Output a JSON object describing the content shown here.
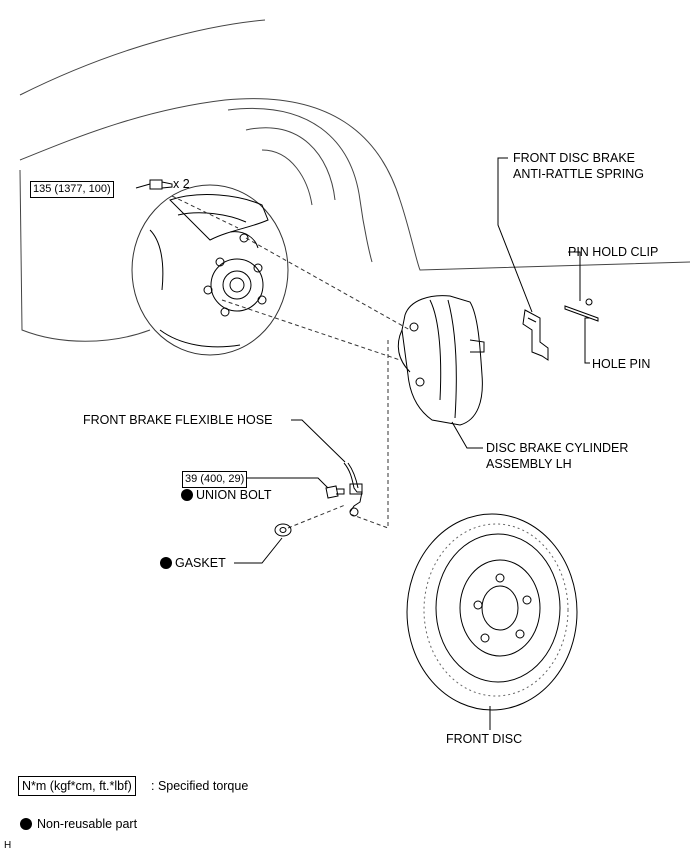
{
  "labels": {
    "anti_rattle_line1": "FRONT DISC BRAKE",
    "anti_rattle_line2": "ANTI-RATTLE SPRING",
    "pin_hold_clip": "PIN HOLD CLIP",
    "hole_pin": "HOLE PIN",
    "flexible_hose": "FRONT BRAKE FLEXIBLE HOSE",
    "cylinder_line1": "DISC BRAKE CYLINDER",
    "cylinder_line2": "ASSEMBLY LH",
    "union_bolt": "UNION BOLT",
    "gasket": "GASKET",
    "front_disc": "FRONT DISC",
    "quantity": "x 2"
  },
  "torques": {
    "caliper_bolt": "135 (1377, 100)",
    "union_bolt": "39 (400, 29)"
  },
  "legend": {
    "torque_unit": "N*m (kgf*cm, ft.*lbf)",
    "torque_desc": ": Specified torque",
    "nonreusable_desc": "Non-reusable part"
  },
  "corner_mark": "H"
}
